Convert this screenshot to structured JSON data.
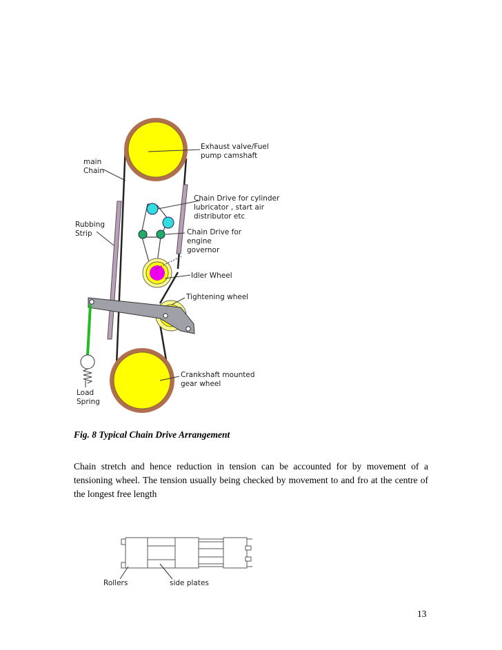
{
  "figure": {
    "labels": {
      "main_chain": [
        "main",
        "Chain"
      ],
      "rubbing_strip": [
        "Rubbing",
        "Strip"
      ],
      "exhaust": [
        "Exhaust valve/Fuel",
        "pump camshaft"
      ],
      "cyl_lub": [
        "Chain Drive for cylinder",
        "lubricator , start air",
        "distributor etc"
      ],
      "governor": [
        "Chain Drive for",
        "engine",
        "governor"
      ],
      "idler": "Idler Wheel",
      "tightening": "Tightening wheel",
      "crankshaft": [
        "Crankshaft mounted",
        "gear wheel"
      ],
      "load_spring": [
        "Load",
        "Spring"
      ]
    },
    "caption": "Fig. 8  Typical Chain Drive Arrangement"
  },
  "paragraph": "Chain stretch and hence reduction in tension can be accounted for by movement of a tensioning wheel. The tension usually being checked by movement to and fro at the centre of the longest free length",
  "chain_figure": {
    "rollers_label": "Rollers",
    "side_plates_label": "side plates"
  },
  "page_number": "13",
  "colors": {
    "wheel_fill": "#ffff00",
    "wheel_rim": "#b07050",
    "strip": "#b8a0b8",
    "cyan": "#33dddd",
    "green": "#22aa66",
    "magenta": "#ee00ee",
    "arm": "#a0a0a8",
    "rod": "#22bb22"
  }
}
